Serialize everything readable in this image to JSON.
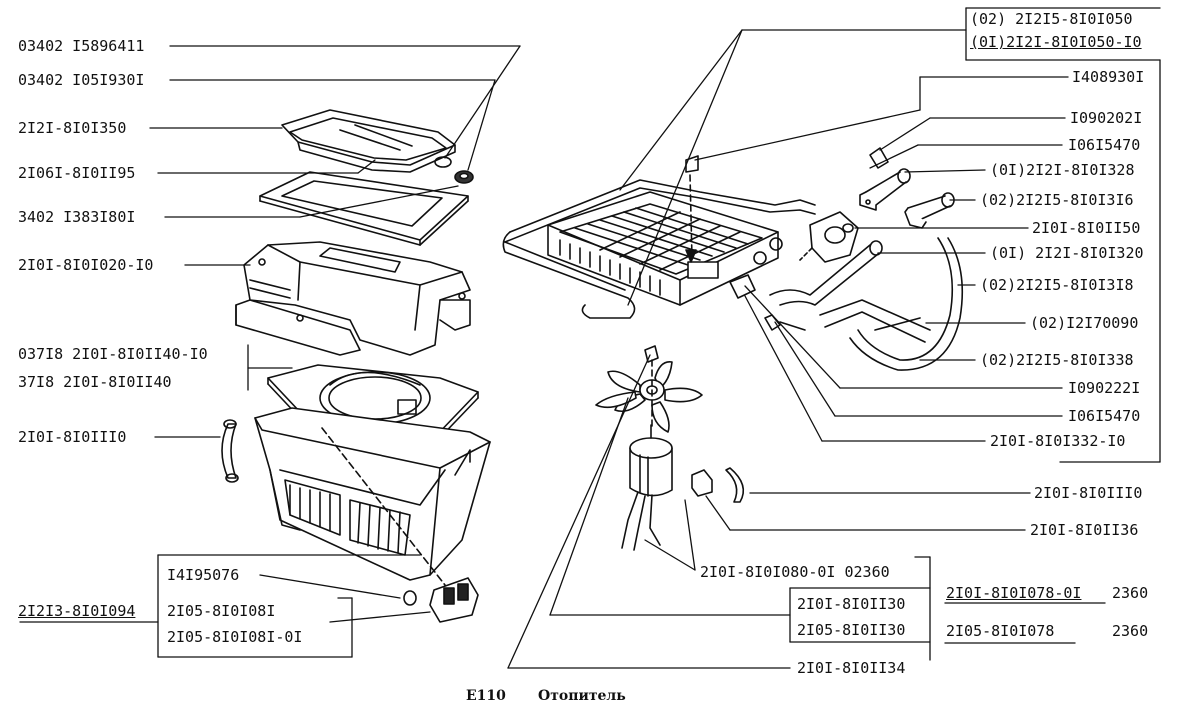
{
  "title": {
    "code": "E110",
    "name": "Отопитель"
  },
  "left_labels": [
    {
      "id": "l1",
      "text": "03402 I5896411"
    },
    {
      "id": "l2",
      "text": "03402 I05I930I"
    },
    {
      "id": "l3",
      "text": "2I2I-8I0I350"
    },
    {
      "id": "l4",
      "text": "2I06I-8I0II95"
    },
    {
      "id": "l5",
      "text": "3402 I383I80I"
    },
    {
      "id": "l6",
      "text": "2I0I-8I0I020-I0"
    },
    {
      "id": "l7",
      "text": "037I8 2I0I-8I0II40-I0"
    },
    {
      "id": "l8",
      "text": "37I8  2I0I-8I0II40"
    },
    {
      "id": "l9",
      "text": "2I0I-8I0III0"
    },
    {
      "id": "l10",
      "text": "I4I95076"
    },
    {
      "id": "l11",
      "text": "2I2I3-8I0I094"
    },
    {
      "id": "l12",
      "text": "2I05-8I0I08I"
    },
    {
      "id": "l13",
      "text": "2I05-8I0I08I-0I"
    }
  ],
  "right_labels": [
    {
      "id": "r1",
      "text": "(02)  2I2I5-8I0I050"
    },
    {
      "id": "r2",
      "text": "(0I)2I2I-8I0I050-I0"
    },
    {
      "id": "r3",
      "text": "I408930I"
    },
    {
      "id": "r4",
      "text": "I090202I"
    },
    {
      "id": "r5",
      "text": "I06I5470"
    },
    {
      "id": "r6",
      "text": "(0I)2I2I-8I0I328"
    },
    {
      "id": "r7",
      "text": "(02)2I2I5-8I0I3I6"
    },
    {
      "id": "r8",
      "text": "2I0I-8I0II50"
    },
    {
      "id": "r9",
      "text": "(0I) 2I2I-8I0I320"
    },
    {
      "id": "r10",
      "text": "(02)2I2I5-8I0I3I8"
    },
    {
      "id": "r11",
      "text": "(02)I2I70090"
    },
    {
      "id": "r12",
      "text": "(02)2I2I5-8I0I338"
    },
    {
      "id": "r13",
      "text": "I090222I"
    },
    {
      "id": "r14",
      "text": "I06I5470"
    },
    {
      "id": "r15",
      "text": "2I0I-8I0I332-I0"
    },
    {
      "id": "r16",
      "text": "2I0I-8I0III0"
    },
    {
      "id": "r17",
      "text": "2I0I-8I0II36"
    }
  ],
  "bottom_labels": [
    {
      "id": "b1",
      "text": "2I0I-8I0I080-0I 02360"
    },
    {
      "id": "b2",
      "text": "2I0I-8I0II30"
    },
    {
      "id": "b3",
      "text": "2I05-8I0II30"
    },
    {
      "id": "b4",
      "text": "2I0I-8I0II34"
    },
    {
      "id": "b5",
      "text": "2I0I-8I0I078-0I"
    },
    {
      "id": "b6",
      "text": "2360"
    },
    {
      "id": "b7",
      "text": "2I05-8I0I078"
    },
    {
      "id": "b8",
      "text": "2360"
    }
  ]
}
